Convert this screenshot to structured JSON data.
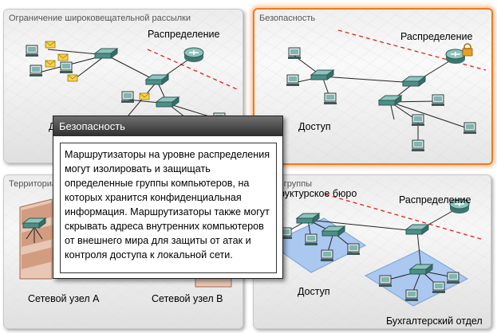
{
  "panels": {
    "broadcast": {
      "title": "Ограничение широковещательной рассылки",
      "label_distribution": "Распределение",
      "label_access_partial": "Д"
    },
    "security": {
      "title": "Безопасность",
      "label_distribution": "Распределение",
      "label_access": "Доступ"
    },
    "geographic": {
      "title": "Территориал",
      "label_site_a": "Сетевой узел A",
      "label_site_b": "Сетевой узел B"
    },
    "logical": {
      "title": "еские группы",
      "label_group1": "руктурское бюро",
      "label_distribution": "Распределение",
      "label_access": "Доступ",
      "label_group2": "Бухгалтерский отдел"
    }
  },
  "popup": {
    "title": "Безопасность",
    "text": "Маршрутизаторы на уровне распределения могут изолировать и защищать определенные группы компьютеров, на которых хранится конфиденциальная информация. Маршрутизаторы также могут скрывать адреса внутренних компьютеров от внешнего мира для защиты от атак и контроля доступа к локальной сети."
  },
  "colors": {
    "active_border": "#f07a1a",
    "boundary_line": "#e02020",
    "device": "#4d8f88",
    "floor": "#aac8f0"
  }
}
